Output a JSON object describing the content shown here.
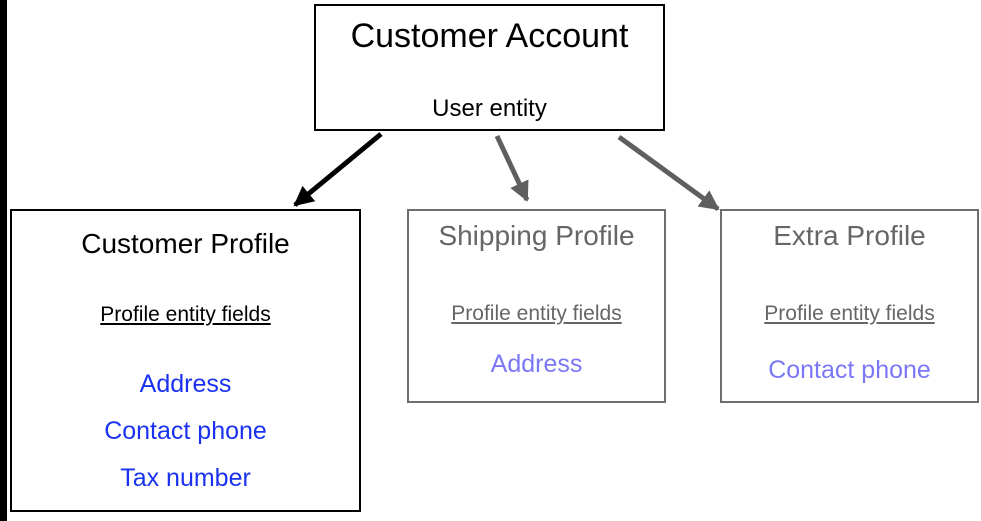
{
  "nodes": {
    "customer_account": {
      "title": "Customer Account",
      "subtitle": "User entity"
    },
    "customer_profile": {
      "title": "Customer Profile",
      "fields_heading": "Profile entity fields",
      "fields": [
        "Address",
        "Contact phone",
        "Tax number"
      ]
    },
    "shipping_profile": {
      "title": "Shipping Profile",
      "fields_heading": "Profile entity fields",
      "fields": [
        "Address"
      ]
    },
    "extra_profile": {
      "title": "Extra Profile",
      "fields_heading": "Profile entity fields",
      "fields": [
        "Contact phone"
      ]
    }
  },
  "edges": [
    {
      "from": "Customer Account",
      "to": "Customer Profile",
      "style": "solid-black"
    },
    {
      "from": "Customer Account",
      "to": "Shipping Profile",
      "style": "solid-gray"
    },
    {
      "from": "Customer Account",
      "to": "Extra Profile",
      "style": "solid-gray"
    }
  ],
  "colors": {
    "border_primary": "#000000",
    "border_secondary": "#6e6e6e",
    "field_primary": "#1a32f0",
    "field_secondary": "#7a78f5",
    "text_secondary": "#666666"
  }
}
